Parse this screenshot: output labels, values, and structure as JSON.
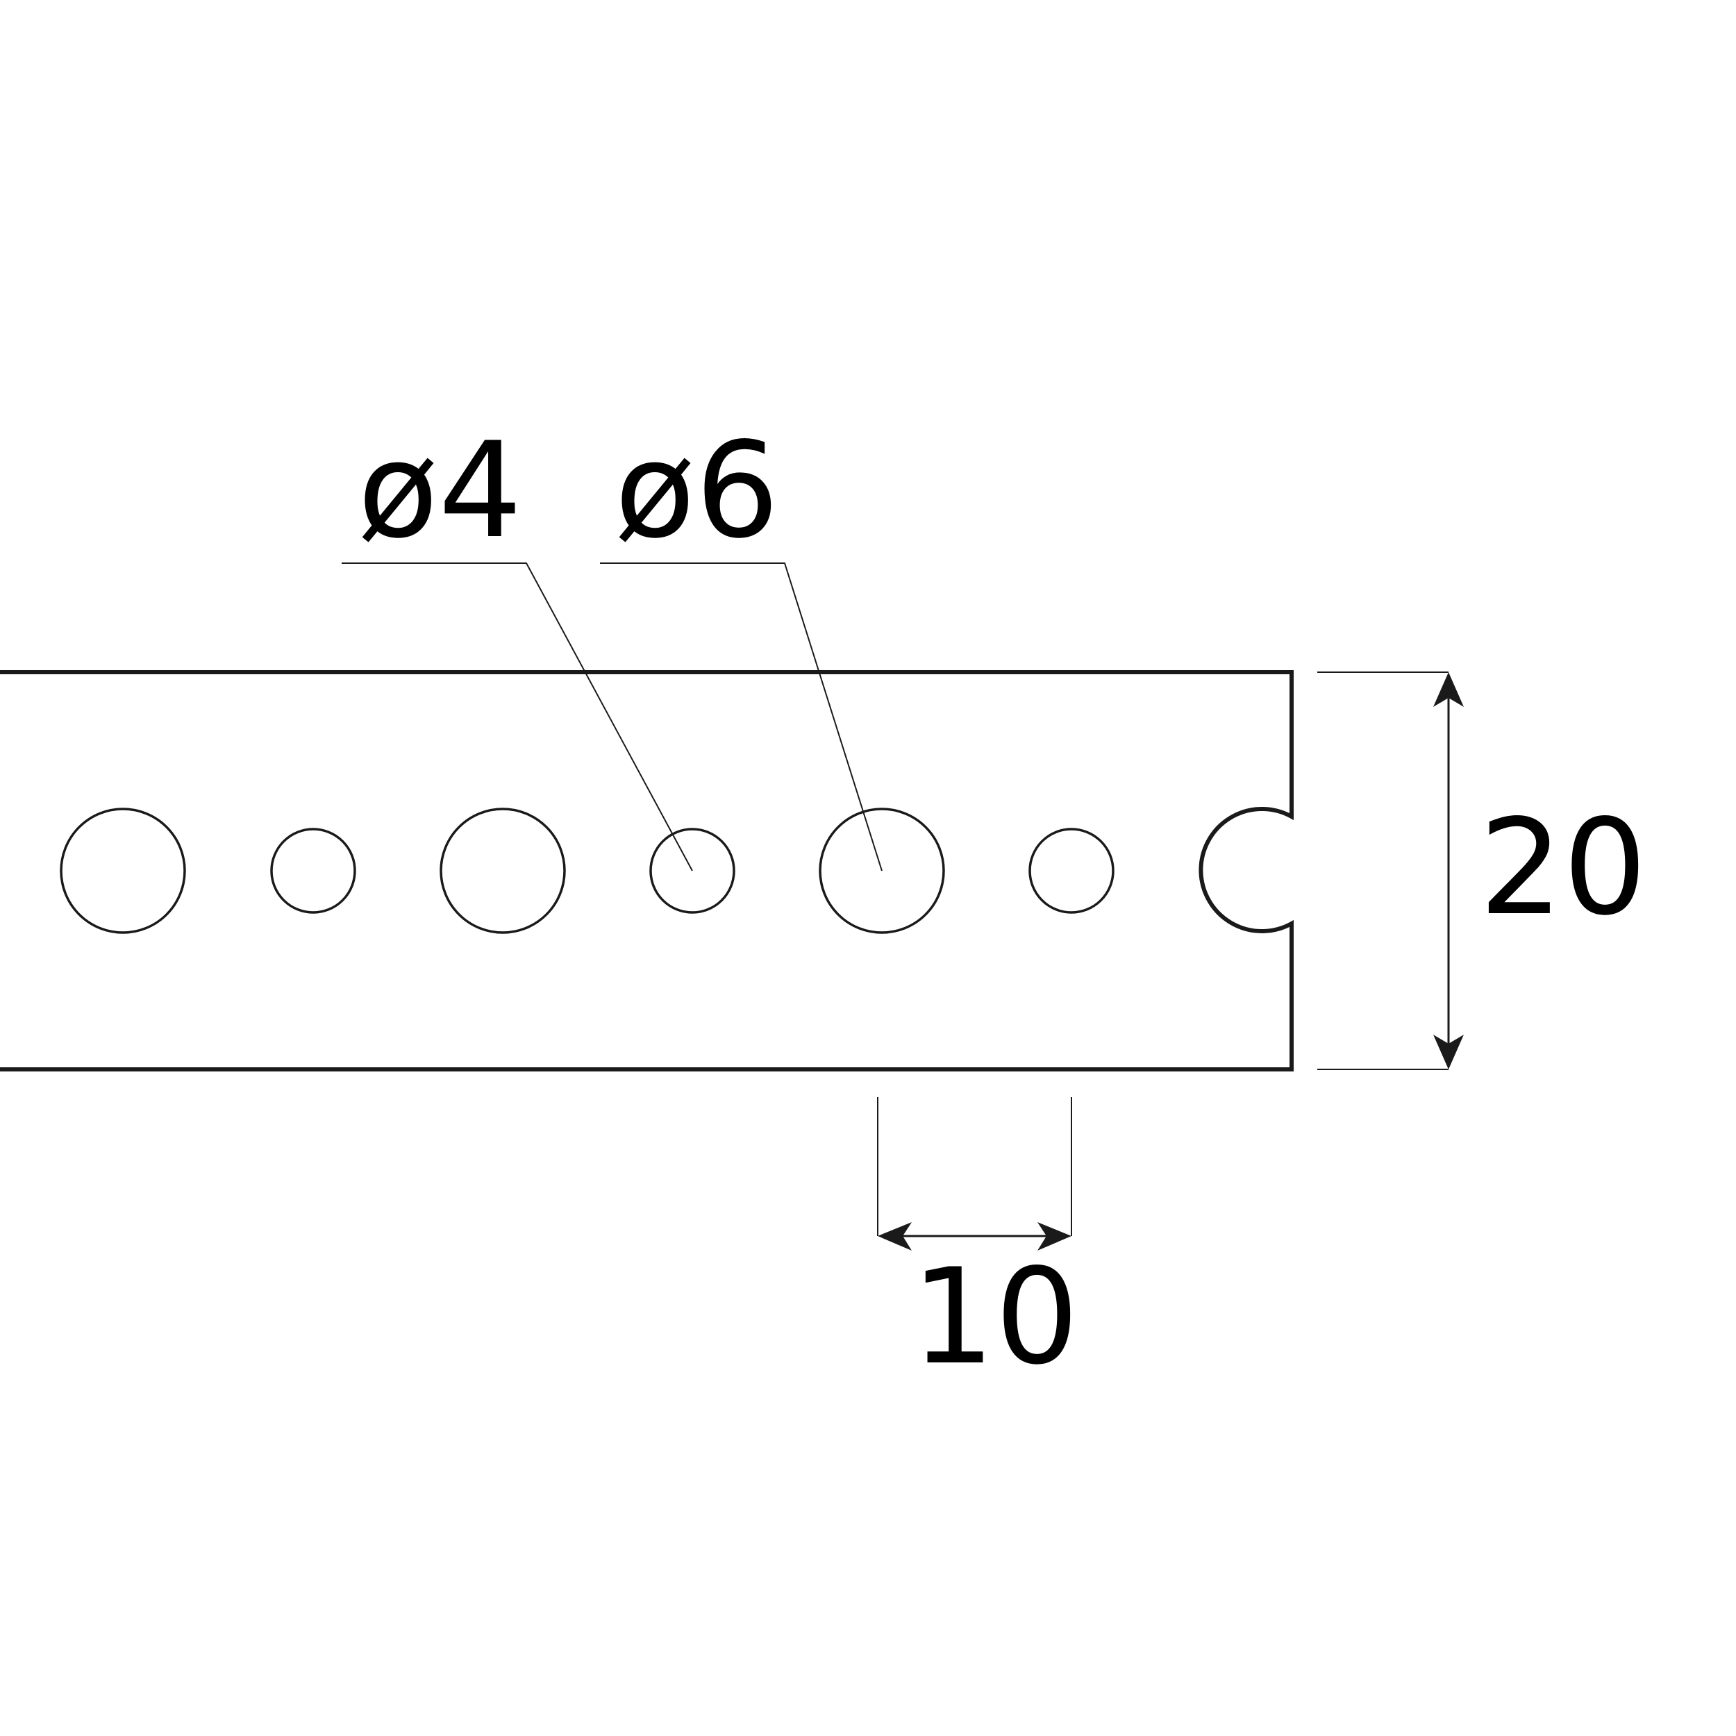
{
  "drawing": {
    "callouts": [
      {
        "id": "hole-small-diameter",
        "label": "ø4"
      },
      {
        "id": "hole-large-diameter",
        "label": "ø6"
      }
    ],
    "dimensions": {
      "strip_width": "20",
      "hole_pitch": "10"
    },
    "holes": {
      "sequence": [
        "ø6",
        "ø4",
        "ø6",
        "ø4",
        "ø6",
        "ø4",
        "ø6 half notch"
      ]
    }
  }
}
